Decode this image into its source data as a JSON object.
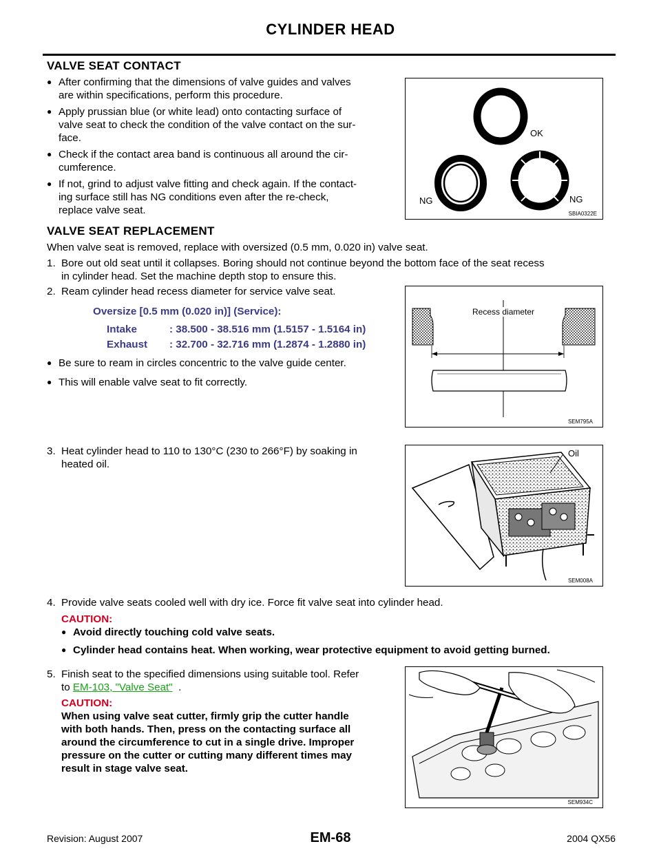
{
  "header": {
    "title": "CYLINDER HEAD"
  },
  "sec1": {
    "heading": "VALVE SEAT CONTACT",
    "bullets": [
      [
        "After confirming that the dimensions of valve guides and valves",
        "are within specifications, perform this procedure."
      ],
      [
        "Apply prussian blue (or white lead) onto contacting surface of",
        "valve seat to check the condition of the valve contact on the sur-",
        "face."
      ],
      [
        "Check if the contact area band is continuous all around the cir-",
        "cumference."
      ],
      [
        "If not, grind to adjust valve fitting and check again. If the contact-",
        "ing surface still has NG conditions even after the re-check,",
        "replace valve seat."
      ]
    ],
    "figure": {
      "ok_label": "OK",
      "ng1_label": "NG",
      "ng2_label": "NG",
      "code": "SBIA0322E"
    }
  },
  "sec2": {
    "heading": "VALVE SEAT REPLACEMENT",
    "intro": "When valve seat is removed, replace with oversized (0.5 mm, 0.020 in) valve seat.",
    "step1": [
      "1.",
      "Bore out old seat until it collapses. Boring should not continue beyond the bottom face of the seat recess",
      "in cylinder head. Set the machine depth stop to ensure this."
    ],
    "step2": [
      "2.",
      "Ream cylinder head recess diameter for service valve seat."
    ],
    "spec": {
      "title": "Oversize [0.5 mm (0.020 in)] (Service):",
      "intake_label": "Intake",
      "intake_value": ": 38.500 - 38.516 mm (1.5157 - 1.5164 in)",
      "exhaust_label": "Exhaust",
      "exhaust_value": ": 32.700 - 32.716 mm (1.2874 - 1.2880 in)"
    },
    "bullets2": [
      "Be sure to ream in circles concentric to the valve guide center.",
      "This will enable valve seat to fit correctly."
    ],
    "figure2": {
      "label": "Recess diameter",
      "code": "SEM795A"
    },
    "step3": [
      "3.",
      "Heat cylinder head to 110 to 130°C (230 to 266°F) by soaking in",
      "heated oil."
    ],
    "figure3": {
      "label": "Oil",
      "code": "SEM008A"
    },
    "step4": [
      "4.",
      "Provide valve seats cooled well with dry ice. Force fit valve seat into cylinder head."
    ],
    "caution1": {
      "label": "CAUTION:",
      "items": [
        "Avoid directly touching cold valve seats.",
        "Cylinder head contains heat. When working, wear protective equipment to avoid getting burned."
      ]
    },
    "step5": {
      "num": "5.",
      "line1": "Finish seat to the specified dimensions using suitable tool. Refer",
      "line2_pre": "to",
      "link": "EM-103, \"Valve Seat\"",
      "line2_post": "."
    },
    "caution2": {
      "label": "CAUTION:",
      "lines": [
        "When using valve seat cutter, firmly grip the cutter handle",
        "with both hands. Then, press on the contacting surface all",
        "around the circumference to cut in a single drive. Improper",
        "pressure on the cutter or cutting many different times may",
        "result in stage valve seat."
      ]
    },
    "figure4": {
      "code": "SEM934C"
    }
  },
  "footer": {
    "revision": "Revision: August 2007",
    "page": "EM-68",
    "model": "2004 QX56"
  }
}
